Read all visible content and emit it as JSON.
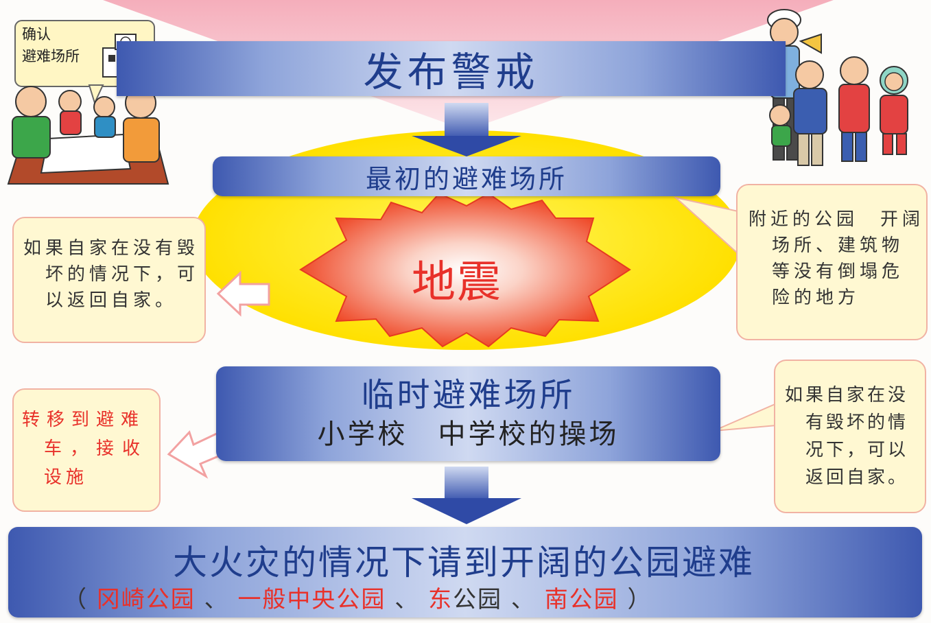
{
  "banner": {
    "title": "发布警戒"
  },
  "family_scene": {
    "bubble_line1": "确认",
    "bubble_line2": "避难场所"
  },
  "first_shelter": {
    "label": "最初的避难场所"
  },
  "earthquake": {
    "label": "地震"
  },
  "left_note_top": {
    "line1": "如果自家在没有毁",
    "line2": "坏的情况下，可",
    "line3": "以返回自家。"
  },
  "right_note_top": {
    "line1": "附近的公园　开阔",
    "line2": "场所、建筑物",
    "line3": "等没有倒塌危",
    "line4": "险的地方"
  },
  "temp_shelter": {
    "title": "临时避难场所",
    "subtitle": "小学校　中学校的操场"
  },
  "left_note_bottom": {
    "line1": "转移到避难",
    "line2": "车，接收",
    "line3": "设施"
  },
  "right_note_bottom": {
    "line1": "如果自家在没",
    "line2": "有毁坏的情",
    "line3": "况下，可以",
    "line4": "返回自家。"
  },
  "fire_section": {
    "title": "大火灾的情况下请到开阔的公园避难",
    "open_paren": "（",
    "park1": "冈崎公园",
    "sep1": "、",
    "park2": "一般中央公园",
    "sep2": "、",
    "park3_red": "东",
    "park3_rest": "公园",
    "sep3": "、",
    "park4": "南公园",
    "close_paren": "）"
  },
  "colors": {
    "bar_blue": "#3e59b0",
    "note_fill": "#fff8d2",
    "note_border": "#f1b2a3",
    "accent_red": "#e8312a",
    "yellow": "#ffe600"
  }
}
